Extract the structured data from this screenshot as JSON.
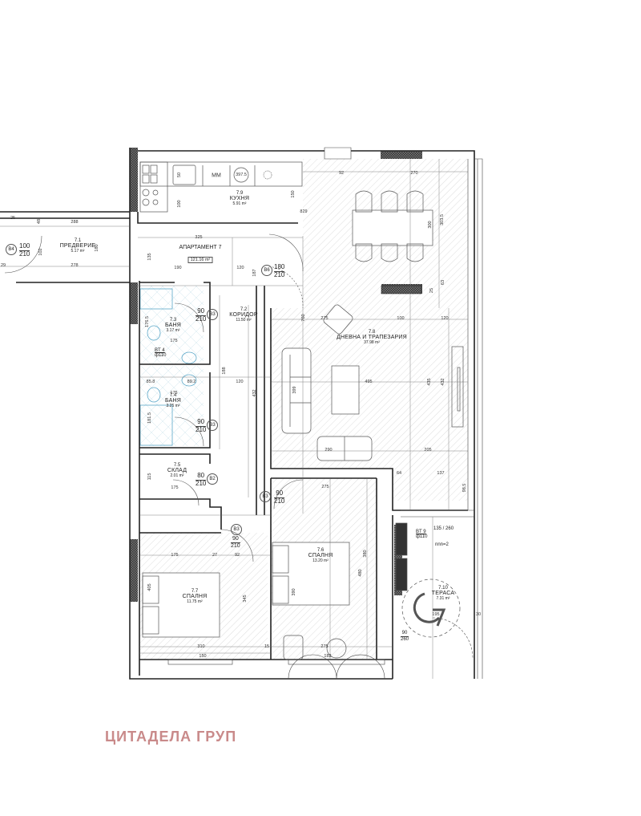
{
  "apartment": {
    "title": "АПАРТАМЕНТ 7",
    "total_area": "121.16 m²"
  },
  "rooms": [
    {
      "id": "7.1",
      "name": "ПРЕДВЕРИЕ",
      "area": "5.17 m²"
    },
    {
      "id": "7.2",
      "name": "КОРИДОР",
      "area": "11.50 m²"
    },
    {
      "id": "7.3",
      "name": "БАНЯ",
      "area": "3.17 m²"
    },
    {
      "id": "7.4",
      "name": "БАНЯ",
      "area": "3.25 m²"
    },
    {
      "id": "7.5",
      "name": "СКЛАД",
      "area": "2.01 m²"
    },
    {
      "id": "7.6",
      "name": "СПАЛНЯ",
      "area": "13.20 m²"
    },
    {
      "id": "7.7",
      "name": "СПАЛНЯ",
      "area": "11.75 m²"
    },
    {
      "id": "7.8",
      "name": "ДНЕВНА И ТРАПЕЗАРИЯ",
      "area": "37.98 m²"
    },
    {
      "id": "7.9",
      "name": "КУХНЯ",
      "area": "5.91 m²"
    },
    {
      "id": "7.10",
      "name": "ТЕРАСА",
      "area": "7.31 m²"
    }
  ],
  "doors": [
    {
      "tag": "B4",
      "width": "100",
      "height": "210"
    },
    {
      "tag": "B6",
      "width": "180",
      "height": "210"
    },
    {
      "tag": "B3",
      "width": "90",
      "height": "210"
    },
    {
      "tag": "B3",
      "width": "90",
      "height": "210"
    },
    {
      "tag": "B2",
      "width": "80",
      "height": "210"
    },
    {
      "tag": "B3",
      "width": "90",
      "height": "210"
    },
    {
      "tag": "B3",
      "width": "90",
      "height": "210"
    }
  ],
  "terrace_door": {
    "width": "90",
    "height": "260"
  },
  "window_bt9": {
    "tag": "BT 9",
    "pipe": "ф110",
    "width": "135",
    "height": "260",
    "note": "nnn=2"
  },
  "vent_bt4": {
    "tag": "BT 4",
    "pipe": "ф110"
  },
  "kitchen_appliances": {
    "mm": "MM",
    "hob": "397.5",
    "sink": "50"
  },
  "dimensions": {
    "foyer_top": "288",
    "foyer_bottom": "278",
    "foyer_h": "180",
    "foyer_left": "102",
    "foyer_48": "48",
    "foyer_29": "29",
    "foyer_25": "25",
    "corridor_325": "325",
    "corridor_135": "135",
    "corridor_190": "190",
    "corridor_120": "120",
    "corridor_187": "187",
    "kitchen_100": "100",
    "kitchen_150": "150",
    "kitchen_829": "829",
    "dining_92": "92",
    "dining_270": "270",
    "dining_300": "300",
    "dining_3035": "303.5",
    "dining_63": "63",
    "dining_25": "25",
    "living_100": "100",
    "living_120": "120",
    "living_495": "495",
    "living_435": "435",
    "living_432": "432",
    "living_399": "399",
    "living_290": "290",
    "living_205": "205",
    "living_64": "64",
    "living_137": "137",
    "living_760": "760",
    "living_275": "275",
    "bath_175": "175",
    "bath_1765": "176.5",
    "bath_858": "85.8",
    "bath_892": "89.2",
    "bath_815": "181.5",
    "bath_188": "188",
    "bath_432": "432",
    "storage_115": "115",
    "storage_175": "175",
    "bed7_175": "175",
    "bed7_27": "27",
    "bed7_92": "92",
    "bed7_405": "405",
    "bed7_345": "345",
    "bed7_310": "310",
    "bed7_150": "150",
    "bed7_15": "15",
    "bed6_275": "275",
    "bed6_380": "380",
    "bed6_480": "480",
    "bed6_390": "390",
    "bed6_182": "182",
    "terrace_195": "195",
    "terrace_30": "30",
    "terrace_985": "98.5"
  },
  "company": "ЦИТАДЕЛА ГРУП",
  "colors": {
    "wall": "#222222",
    "hatch": "#bdbdbd",
    "brick": "#555555",
    "bath_blue": "#5aa7c8",
    "brand": "#c98a8a"
  }
}
